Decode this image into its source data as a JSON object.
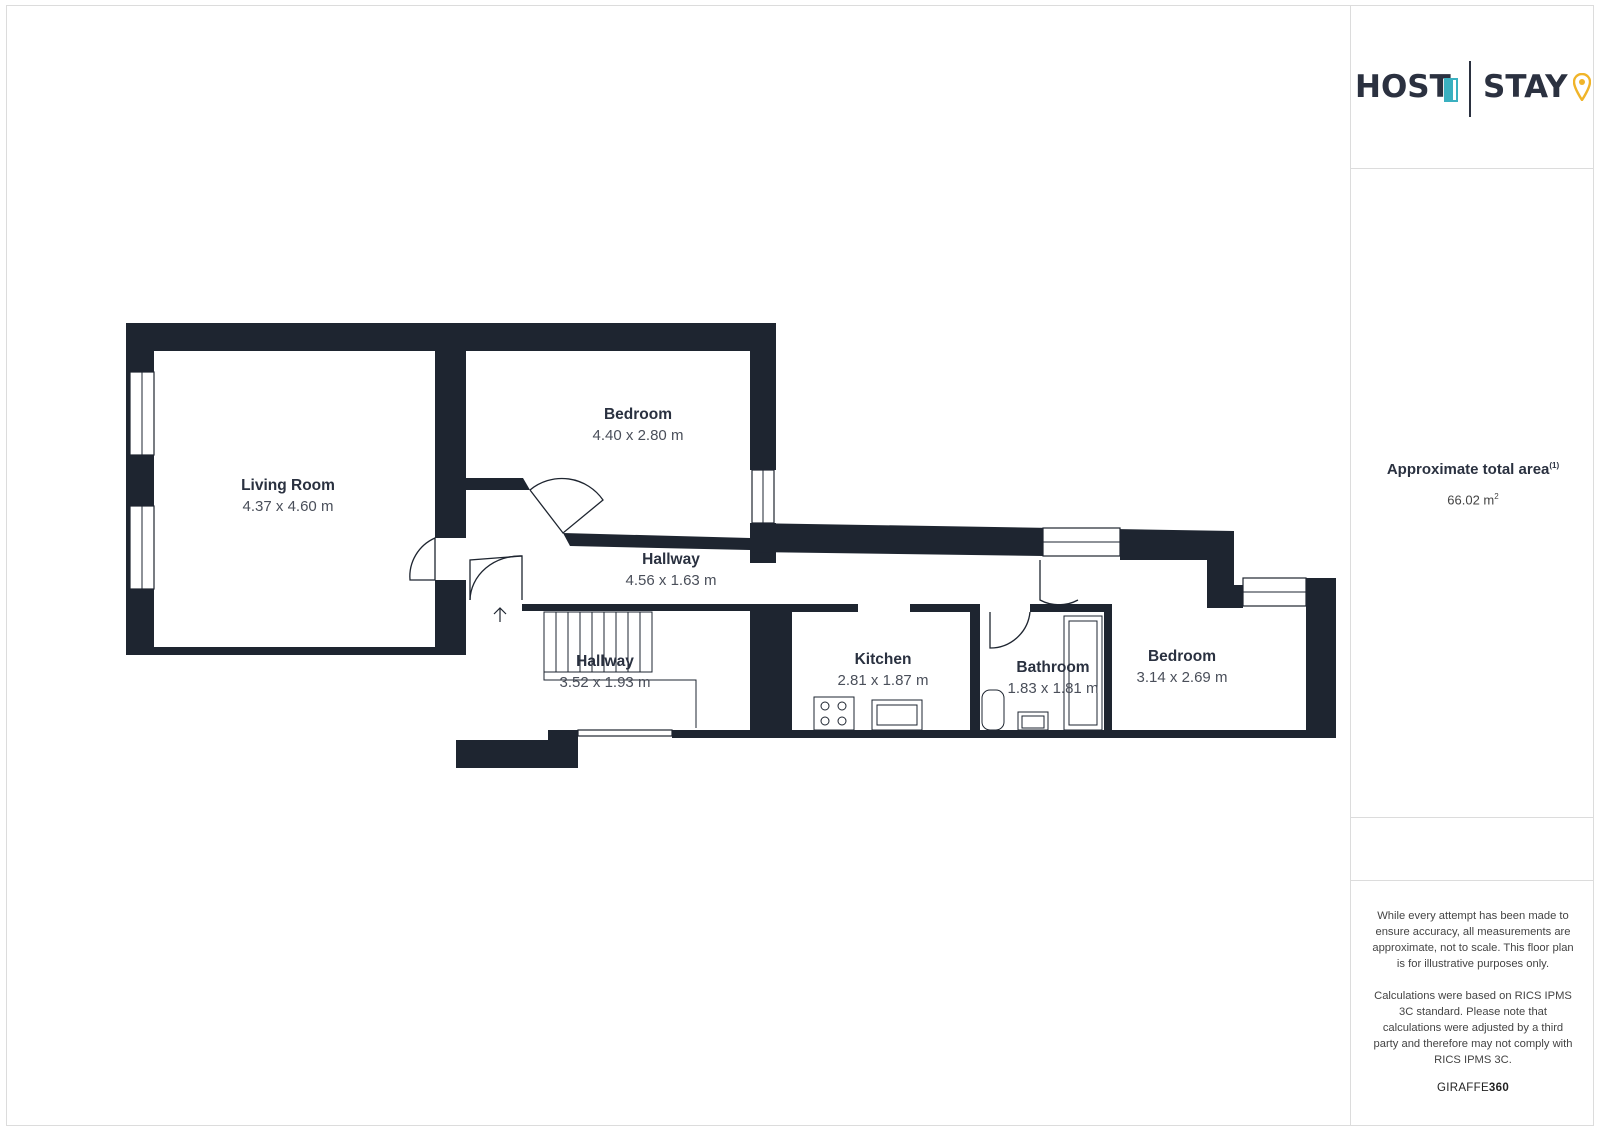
{
  "brand": {
    "left_word": "HOST",
    "right_word": "STAY",
    "text_color": "#2b3140",
    "door_color": "#3ab0c0",
    "pin_color": "#f0b429",
    "a_color": "#f0b429"
  },
  "summary": {
    "area_title": "Approximate total area",
    "area_note_marker": "(1)",
    "area_value": "66.02 m",
    "area_unit_sup": "2"
  },
  "disclaimer": {
    "paragraph1": "While every attempt has been made to ensure accuracy, all measurements are approximate, not to scale. This floor plan is for illustrative purposes only.",
    "paragraph2": "Calculations were based on RICS IPMS 3C standard. Please note that calculations were adjusted by a third party and therefore may not comply with RICS IPMS 3C.",
    "credit_prefix": "GIRAFFE",
    "credit_suffix": "360"
  },
  "plan": {
    "wall_color": "#1e2530",
    "rooms": [
      {
        "name": "Living Room",
        "dims": "4.37 x 4.60 m"
      },
      {
        "name": "Bedroom",
        "dims": "4.40 x 2.80 m"
      },
      {
        "name": "Hallway",
        "dims": "4.56 x 1.63 m"
      },
      {
        "name": "Hallway",
        "dims": "3.52 x 1.93 m"
      },
      {
        "name": "Kitchen",
        "dims": "2.81 x 1.87 m"
      },
      {
        "name": "Bathroom",
        "dims": "1.83 x 1.81 m"
      },
      {
        "name": "Bedroom",
        "dims": "3.14 x 2.69 m"
      }
    ]
  }
}
